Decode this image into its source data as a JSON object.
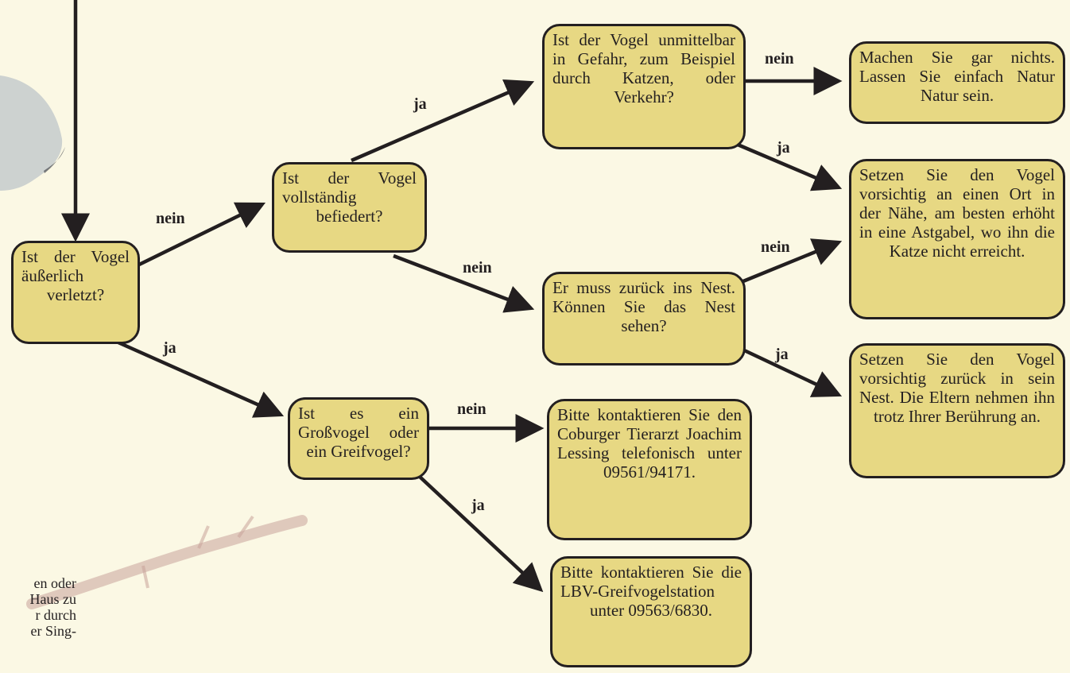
{
  "colors": {
    "background": "#fbf8e4",
    "box_fill": "#e7d883",
    "box_border": "#231f20",
    "arrow": "#231f20"
  },
  "nodes": {
    "injured": "Ist der Vogel äußer­lich verletzt?",
    "feathered": "Ist der Vo­gel vollständig befiedert?",
    "danger": "Ist der Vogel un­mittelbar in Gefahr, zum Beispiel durch Katzen, oder Verkehr?",
    "do_nothing": "Machen Sie gar nichts. Lassen Sie ein­fach Natur Natur sein.",
    "place_safe": "Setzen Sie den Vogel vorsichtig an einen Ort in der Nähe, am besten erhöht in eine Astgabel, wo ihn die Katze nicht erreicht.",
    "nest_question": "Er muss zurück ins Nest. Können Sie das Nest sehen?",
    "back_in_nest": "Setzen Sie den Vo­gel vorsichtig zurück in sein Nest. Die Eltern nehmen ihn trotz Ihrer Berührung an.",
    "raptor": "Ist es ein Großvogel oder ein Greifvogel?",
    "vet": "Bitte kontaktie­ren Sie den Coburger Tierarzt Joachim Les­sing telefonisch unter 09561/94171.",
    "lbv": "Bitte kontaktieren Sie die LBV-Greif­vogelstation unter 09563/6830."
  },
  "edge_labels": {
    "injured_no": "nein",
    "injured_yes": "ja",
    "feathered_yes": "ja",
    "feathered_no": "nein",
    "danger_no": "nein",
    "danger_yes": "ja",
    "nest_no": "nein",
    "nest_yes": "ja",
    "raptor_no": "nein",
    "raptor_yes": "ja"
  },
  "side_text": "en oder\nHaus zu\nr durch\ner Sing-"
}
